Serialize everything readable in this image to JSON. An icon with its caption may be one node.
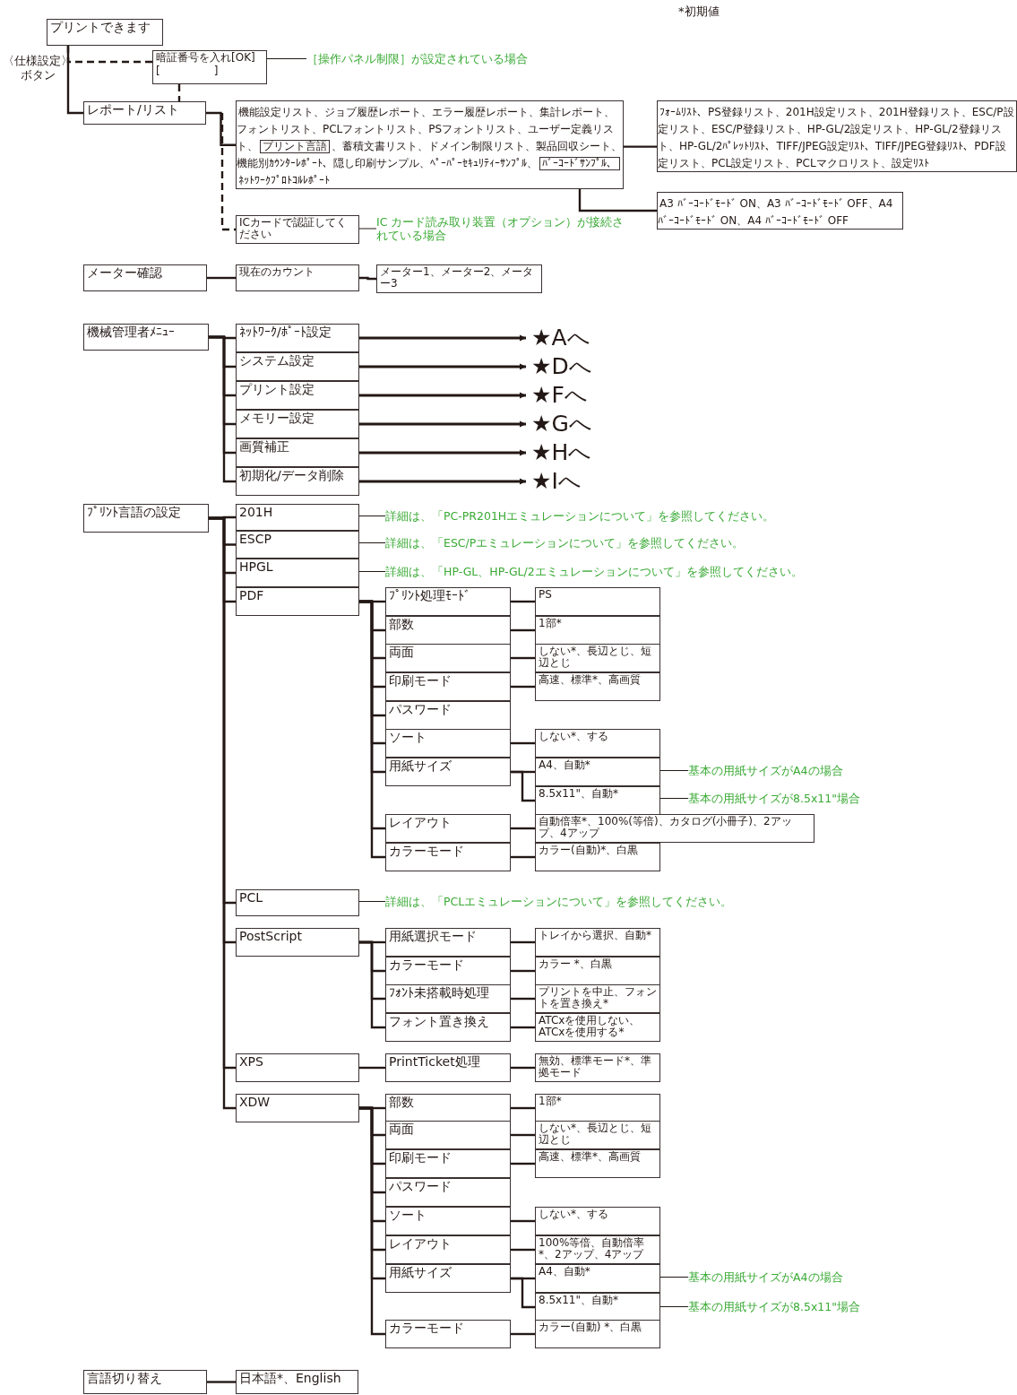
{
  "diagram": {
    "nodes": [
      {
        "text": [
          "プリントできます"
        ]
      },
      {
        "text": [
          "暗証番号を入れ[OK]",
          "[　　　　　]"
        ]
      },
      {
        "text": [
          "［操作パネル制限］が設定されている場合"
        ]
      },
      {
        "text": [
          "レポート/リスト"
        ]
      },
      {
        "text": [
          "機能設定リスト、ジョブ履歴レポート、エラー履歴レポート、集計レポート、フォントリスト、PCLフォントリスト、PSフォントリスト、ユーザー定義リスト、",
          "、蓄積文書リスト、ドメイン制限リスト、製品回収シート、機能別ｶｳﾝﾀｰﾚﾎﾟｰﾄ、隠し印刷サンプル、ﾍﾟｰﾊﾟｰｾｷｭﾘﾃｨｰｻﾝﾌﾟﾙ、",
          "ﾈｯﾄﾜｰｸﾌﾟﾛﾄｺﾙﾚﾎﾟｰﾄ"
        ]
      },
      {
        "text": [
          "プリント言語"
        ],
        "in": 4
      },
      {
        "text": [
          "ﾊﾞｰｺｰﾄﾞｻﾝﾌﾟﾙ、"
        ],
        "in": 4
      },
      {
        "text": [
          "ﾌｫｰﾑﾘｽﾄ、PS登録リスト、201H設定リスト、201H登録リスト、ESC/P設定リスト、ESC/P登録リスト、HP-GL/2設定リスト、HP-GL/2登録リスト、HP-GL/2ﾊﾟﾚｯﾄﾘｽﾄ、TIFF/JPEG設定ﾘｽﾄ、TIFF/JPEG登録ﾘｽﾄ、PDF設定リスト、PCL設定リスト、PCLマクロリスト、設定ﾘｽﾄ"
        ]
      },
      {
        "text": [
          "A3 ﾊﾞｰｺｰﾄﾞﾓｰﾄﾞ ON、A3 ﾊﾞｰｺｰﾄﾞﾓｰﾄﾞ OFF、A4 ﾊﾞｰｺｰﾄﾞﾓｰﾄﾞ ON、A4 ﾊﾞｰｺｰﾄﾞﾓｰﾄﾞ OFF"
        ]
      },
      {
        "text": [
          "ICカードで認証してください"
        ]
      },
      {
        "text": [
          "IC カード読み取り装置（オプション）が接続されている場合"
        ]
      },
      {
        "text": [
          "メーター確認"
        ]
      },
      {
        "text": [
          "現在のカウント"
        ]
      },
      {
        "text": [
          "メーター1、メーター2、メーター3"
        ]
      },
      {
        "text": [
          "機械管理者ﾒﾆｭｰ"
        ]
      },
      {
        "text": [
          "ﾈｯﾄﾜｰｸ/ﾎﾟｰﾄ設定"
        ]
      },
      {
        "text": [
          "システム設定"
        ]
      },
      {
        "text": [
          "プリント設定"
        ]
      },
      {
        "text": [
          "メモリー設定"
        ]
      },
      {
        "text": [
          "画質補正"
        ]
      },
      {
        "text": [
          "初期化/データ削除"
        ]
      },
      {
        "text": [
          "★Aへ"
        ]
      },
      {
        "text": [
          "★Dへ"
        ]
      },
      {
        "text": [
          "★Fへ"
        ]
      },
      {
        "text": [
          "★Gへ"
        ]
      },
      {
        "text": [
          "★Hへ"
        ]
      },
      {
        "text": [
          "★Iへ"
        ]
      },
      {
        "text": [
          "ﾌﾟﾘﾝﾄ言語の設定"
        ]
      },
      {
        "text": [
          "201H"
        ]
      },
      {
        "text": [
          "詳細は、「PC-PR201Hエミュレーションについて」を参照してください。"
        ]
      },
      {
        "text": [
          "ESCP"
        ]
      },
      {
        "text": [
          "詳細は、「ESC/Pエミュレーションについて」を参照してください。"
        ]
      },
      {
        "text": [
          "HPGL"
        ]
      },
      {
        "text": [
          "詳細は、「HP-GL、HP-GL/2エミュレーションについて」を参照してください。"
        ]
      },
      {
        "text": [
          "PDF"
        ]
      },
      {
        "text": [
          "ﾌﾟﾘﾝﾄ処理ﾓｰﾄﾞ"
        ]
      },
      {
        "text": [
          "PS"
        ]
      },
      {
        "text": [
          "部数"
        ]
      },
      {
        "text": [
          "1部*"
        ]
      },
      {
        "text": [
          "両面"
        ]
      },
      {
        "text": [
          "しない*、長辺とじ、短辺とじ"
        ]
      },
      {
        "text": [
          "印刷モード"
        ]
      },
      {
        "text": [
          "高速、標準*、高画質"
        ]
      },
      {
        "text": [
          "パスワード"
        ]
      },
      {
        "text": [
          "ソート"
        ]
      },
      {
        "text": [
          "しない*、する"
        ]
      },
      {
        "text": [
          "用紙サイズ"
        ]
      },
      {
        "text": [
          "A4、自動*"
        ]
      },
      {
        "text": [
          "基本の用紙サイズがA4の場合"
        ]
      },
      {
        "text": [
          "8.5x11\"、自動*"
        ]
      },
      {
        "text": [
          "基本の用紙サイズが8.5x11\"場合"
        ]
      },
      {
        "text": [
          "レイアウト"
        ]
      },
      {
        "text": [
          "自動倍率*、100%(等倍)、カタログ(小冊子)、2アップ、4アップ"
        ]
      },
      {
        "text": [
          "カラーモード"
        ]
      },
      {
        "text": [
          "カラー(自動)*、白黒"
        ]
      },
      {
        "text": [
          "PCL"
        ]
      },
      {
        "text": [
          "詳細は、「PCLエミュレーションについて」を参照してください。"
        ]
      },
      {
        "text": [
          "PostScript"
        ]
      },
      {
        "text": [
          "用紙選択モード"
        ]
      },
      {
        "text": [
          "トレイから選択、自動*"
        ]
      },
      {
        "text": [
          "カラーモード"
        ]
      },
      {
        "text": [
          "カラー *、白黒"
        ]
      },
      {
        "text": [
          "ﾌｫﾝﾄ未搭載時処理"
        ]
      },
      {
        "text": [
          "プリントを中止、フォントを置き換え*"
        ]
      },
      {
        "text": [
          "フォント置き換え"
        ]
      },
      {
        "text": [
          "ATCxを使用しない、ATCxを使用する*"
        ]
      },
      {
        "text": [
          "XPS"
        ]
      },
      {
        "text": [
          "PrintTicket処理"
        ]
      },
      {
        "text": [
          "無効、標準モード*、準拠モード"
        ]
      },
      {
        "text": [
          "XDW"
        ]
      },
      {
        "text": [
          "部数"
        ]
      },
      {
        "text": [
          "1部*"
        ]
      },
      {
        "text": [
          "両面"
        ]
      },
      {
        "text": [
          "しない*、長辺とじ、短辺とじ"
        ]
      },
      {
        "text": [
          "印刷モード"
        ]
      },
      {
        "text": [
          "高速、標準*、高画質"
        ]
      },
      {
        "text": [
          "パスワード"
        ]
      },
      {
        "text": [
          "ソート"
        ]
      },
      {
        "text": [
          "しない*、する"
        ]
      },
      {
        "text": [
          "レイアウト"
        ]
      },
      {
        "text": [
          "100%等倍、自動倍率*、2アップ、4アップ"
        ]
      },
      {
        "text": [
          "用紙サイズ"
        ]
      },
      {
        "text": [
          "A4、自動*"
        ]
      },
      {
        "text": [
          "基本の用紙サイズがA4の場合"
        ]
      },
      {
        "text": [
          "8.5x11\"、自動*"
        ]
      },
      {
        "text": [
          "基本の用紙サイズが8.5x11\"場合"
        ]
      },
      {
        "text": [
          "カラーモード"
        ]
      },
      {
        "text": [
          "カラー(自動) *、白黒"
        ]
      },
      {
        "text": [
          "言語切り替え"
        ]
      },
      {
        "text": [
          "日本語*、English"
        ]
      }
    ],
    "edges": [
      {
        "from": 0,
        "to": 1,
        "arrow": "none",
        "style": "dashed"
      },
      {
        "from": 0,
        "to": 3,
        "arrow": "none"
      },
      {
        "from": 1,
        "to": 3,
        "arrow": "none",
        "style": "dashed"
      },
      {
        "from": 2,
        "to": 1,
        "arrow": "none"
      },
      {
        "from": 3,
        "to": 4,
        "arrow": "none"
      },
      {
        "from": 5,
        "to": 7,
        "arrow": "none"
      },
      {
        "from": 6,
        "to": 8,
        "arrow": "none"
      },
      {
        "from": 3,
        "to": 9,
        "arrow": "none",
        "style": "dashed"
      },
      {
        "from": 10,
        "to": 9,
        "arrow": "none"
      },
      {
        "from": 11,
        "to": 12,
        "arrow": "none"
      },
      {
        "from": 12,
        "to": 13,
        "arrow": "none"
      },
      {
        "from": 14,
        "to": 15,
        "arrow": "none"
      },
      {
        "from": 14,
        "to": 16,
        "arrow": "none"
      },
      {
        "from": 14,
        "to": 17,
        "arrow": "none"
      },
      {
        "from": 14,
        "to": 18,
        "arrow": "none"
      },
      {
        "from": 14,
        "to": 19,
        "arrow": "none"
      },
      {
        "from": 14,
        "to": 20,
        "arrow": "none"
      },
      {
        "from": 15,
        "to": 21,
        "arrow": "to"
      },
      {
        "from": 16,
        "to": 22,
        "arrow": "to"
      },
      {
        "from": 17,
        "to": 23,
        "arrow": "to"
      },
      {
        "from": 18,
        "to": 24,
        "arrow": "to"
      },
      {
        "from": 19,
        "to": 25,
        "arrow": "to"
      },
      {
        "from": 20,
        "to": 26,
        "arrow": "to"
      },
      {
        "from": 27,
        "to": 28,
        "arrow": "none"
      },
      {
        "from": 27,
        "to": 30,
        "arrow": "none"
      },
      {
        "from": 27,
        "to": 32,
        "arrow": "none"
      },
      {
        "from": 27,
        "to": 34,
        "arrow": "none"
      },
      {
        "from": 27,
        "to": 55,
        "arrow": "none"
      },
      {
        "from": 27,
        "to": 57,
        "arrow": "none"
      },
      {
        "from": 27,
        "to": 66,
        "arrow": "none"
      },
      {
        "from": 27,
        "to": 69,
        "arrow": "none"
      },
      {
        "from": 29,
        "to": 28,
        "arrow": "none"
      },
      {
        "from": 31,
        "to": 30,
        "arrow": "none"
      },
      {
        "from": 33,
        "to": 32,
        "arrow": "none"
      },
      {
        "from": 34,
        "to": 35,
        "arrow": "none"
      },
      {
        "from": 34,
        "to": 37,
        "arrow": "none"
      },
      {
        "from": 34,
        "to": 39,
        "arrow": "none"
      },
      {
        "from": 34,
        "to": 41,
        "arrow": "none"
      },
      {
        "from": 34,
        "to": 43,
        "arrow": "none"
      },
      {
        "from": 34,
        "to": 44,
        "arrow": "none"
      },
      {
        "from": 34,
        "to": 46,
        "arrow": "none"
      },
      {
        "from": 34,
        "to": 51,
        "arrow": "none"
      },
      {
        "from": 34,
        "to": 53,
        "arrow": "none"
      },
      {
        "from": 35,
        "to": 36,
        "arrow": "none"
      },
      {
        "from": 37,
        "to": 38,
        "arrow": "none"
      },
      {
        "from": 39,
        "to": 40,
        "arrow": "none"
      },
      {
        "from": 41,
        "to": 42,
        "arrow": "none"
      },
      {
        "from": 44,
        "to": 45,
        "arrow": "none"
      },
      {
        "from": 46,
        "to": 47,
        "arrow": "none"
      },
      {
        "from": 46,
        "to": 49,
        "arrow": "none"
      },
      {
        "from": 51,
        "to": 52,
        "arrow": "none"
      },
      {
        "from": 53,
        "to": 54,
        "arrow": "none"
      },
      {
        "from": 48,
        "to": 47,
        "arrow": "none"
      },
      {
        "from": 50,
        "to": 49,
        "arrow": "none"
      },
      {
        "from": 56,
        "to": 55,
        "arrow": "none"
      },
      {
        "from": 57,
        "to": 58,
        "arrow": "none"
      },
      {
        "from": 57,
        "to": 60,
        "arrow": "none"
      },
      {
        "from": 57,
        "to": 62,
        "arrow": "none"
      },
      {
        "from": 57,
        "to": 64,
        "arrow": "none"
      },
      {
        "from": 58,
        "to": 59,
        "arrow": "none"
      },
      {
        "from": 60,
        "to": 61,
        "arrow": "none"
      },
      {
        "from": 62,
        "to": 63,
        "arrow": "none"
      },
      {
        "from": 64,
        "to": 65,
        "arrow": "none"
      },
      {
        "from": 66,
        "to": 67,
        "arrow": "none"
      },
      {
        "from": 67,
        "to": 68,
        "arrow": "none"
      },
      {
        "from": 69,
        "to": 70,
        "arrow": "none"
      },
      {
        "from": 69,
        "to": 72,
        "arrow": "none"
      },
      {
        "from": 69,
        "to": 74,
        "arrow": "none"
      },
      {
        "from": 69,
        "to": 76,
        "arrow": "none"
      },
      {
        "from": 69,
        "to": 77,
        "arrow": "none"
      },
      {
        "from": 69,
        "to": 79,
        "arrow": "none"
      },
      {
        "from": 69,
        "to": 81,
        "arrow": "none"
      },
      {
        "from": 69,
        "to": 86,
        "arrow": "none"
      },
      {
        "from": 70,
        "to": 71,
        "arrow": "none"
      },
      {
        "from": 72,
        "to": 73,
        "arrow": "none"
      },
      {
        "from": 74,
        "to": 75,
        "arrow": "none"
      },
      {
        "from": 77,
        "to": 78,
        "arrow": "none"
      },
      {
        "from": 79,
        "to": 80,
        "arrow": "none"
      },
      {
        "from": 81,
        "to": 82,
        "arrow": "none"
      },
      {
        "from": 81,
        "to": 84,
        "arrow": "none"
      },
      {
        "from": 86,
        "to": 87,
        "arrow": "none"
      },
      {
        "from": 83,
        "to": 82,
        "arrow": "none"
      },
      {
        "from": 85,
        "to": 84,
        "arrow": "none"
      },
      {
        "from": 88,
        "to": 89,
        "arrow": "none"
      }
    ],
    "labels": [
      "*初期値",
      "〈仕様設定〉ボタン"
    ]
  }
}
